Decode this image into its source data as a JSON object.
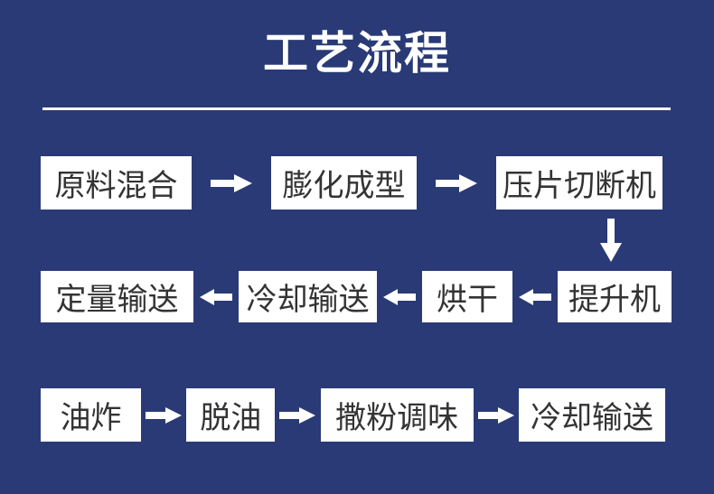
{
  "header": {
    "title": "工艺流程"
  },
  "colors": {
    "background": "#293a76",
    "title_text": "#ffffff",
    "divider": "#ffffff",
    "box_background": "#ffffff",
    "box_text": "#333333",
    "arrow": "#ffffff"
  },
  "flow": {
    "rows": [
      {
        "direction": "right",
        "steps": [
          "原料混合",
          "膨化成型",
          "压片切断机"
        ]
      },
      {
        "direction": "left",
        "steps": [
          "定量输送",
          "冷却输送",
          "烘干",
          "提升机"
        ]
      },
      {
        "direction": "right",
        "steps": [
          "油炸",
          "脱油",
          "撒粉调味",
          "冷却输送"
        ]
      }
    ],
    "connectors": [
      {
        "direction": "down",
        "between": [
          "压片切断机",
          "提升机"
        ]
      }
    ]
  }
}
